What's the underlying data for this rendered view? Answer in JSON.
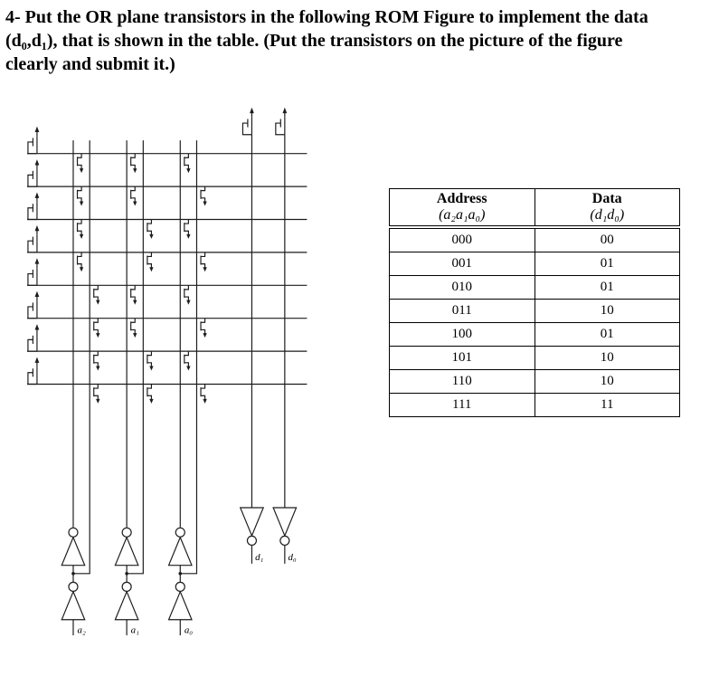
{
  "page": {
    "title": "4- Put the OR plane transistors in the following ROM Figure to implement the data (d₀,d₁), that is shown in the table.  (Put the transistors on the picture of the figure clearly and submit it.)",
    "ink_color": "#1c1c1c"
  },
  "table": {
    "header": {
      "address_line1": "Address",
      "address_line2": "(a₂a₁a₀)",
      "data_line1": "Data",
      "data_line2": "(d₁d₀)"
    },
    "rows": [
      {
        "address": "000",
        "data": "00"
      },
      {
        "address": "001",
        "data": "01"
      },
      {
        "address": "010",
        "data": "01"
      },
      {
        "address": "011",
        "data": "10"
      },
      {
        "address": "100",
        "data": "01"
      },
      {
        "address": "101",
        "data": "10"
      },
      {
        "address": "110",
        "data": "10"
      },
      {
        "address": "111",
        "data": "11"
      }
    ]
  },
  "diagram": {
    "word_line_count": 8,
    "input_labels": [
      "a₂",
      "a₁",
      "a₀"
    ],
    "output_labels": [
      "d₁",
      "d₀"
    ],
    "and_matrix": [
      [
        0,
        2,
        4
      ],
      [
        0,
        2,
        5
      ],
      [
        0,
        3,
        4
      ],
      [
        0,
        3,
        5
      ],
      [
        1,
        2,
        4
      ],
      [
        1,
        2,
        5
      ],
      [
        1,
        3,
        4
      ],
      [
        1,
        3,
        5
      ]
    ]
  }
}
